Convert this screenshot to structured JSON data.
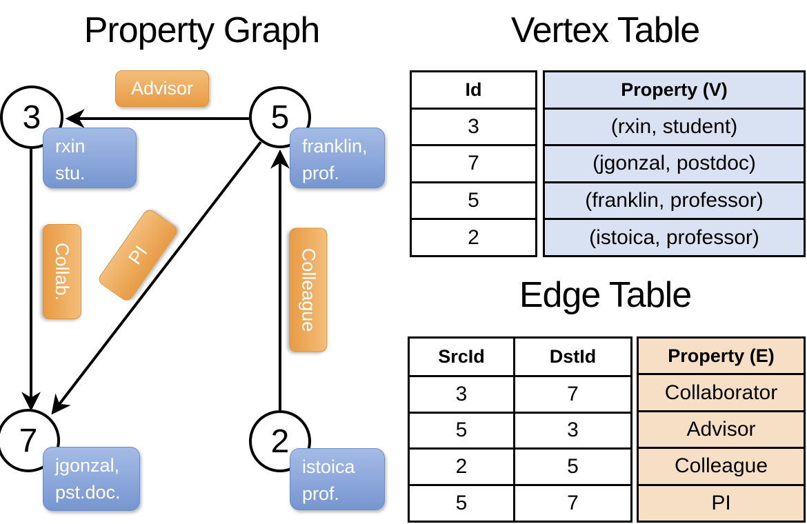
{
  "colors": {
    "edge_label_orange": "#ECA452",
    "vertex_box_blue": "#8AA5DA",
    "vertex_table_property_fill": "#D9E2F3",
    "edge_table_property_fill": "#F6DFC5",
    "line_color": "#000000"
  },
  "graph": {
    "title": "Property Graph",
    "vertices": [
      {
        "id": "3",
        "line1": "rxin",
        "line2": "stu."
      },
      {
        "id": "5",
        "line1": "franklin,",
        "line2": "prof."
      },
      {
        "id": "7",
        "line1": "jgonzal,",
        "line2": "pst.doc."
      },
      {
        "id": "2",
        "line1": "istoica",
        "line2": "prof."
      }
    ],
    "edge_labels": {
      "advisor": "Advisor",
      "collab": "Collab.",
      "pi": "PI",
      "colleague": "Colleague"
    }
  },
  "vertex_table": {
    "title": "Vertex Table",
    "columns": {
      "id": "Id",
      "property": "Property (V)"
    },
    "rows": [
      {
        "id": "3",
        "property": "(rxin, student)"
      },
      {
        "id": "7",
        "property": "(jgonzal, postdoc)"
      },
      {
        "id": "5",
        "property": "(franklin, professor)"
      },
      {
        "id": "2",
        "property": "(istoica, professor)"
      }
    ]
  },
  "edge_table": {
    "title": "Edge Table",
    "columns": {
      "src": "SrcId",
      "dst": "DstId",
      "property": "Property (E)"
    },
    "rows": [
      {
        "src": "3",
        "dst": "7",
        "property": "Collaborator"
      },
      {
        "src": "5",
        "dst": "3",
        "property": "Advisor"
      },
      {
        "src": "2",
        "dst": "5",
        "property": "Colleague"
      },
      {
        "src": "5",
        "dst": "7",
        "property": "PI"
      }
    ]
  }
}
